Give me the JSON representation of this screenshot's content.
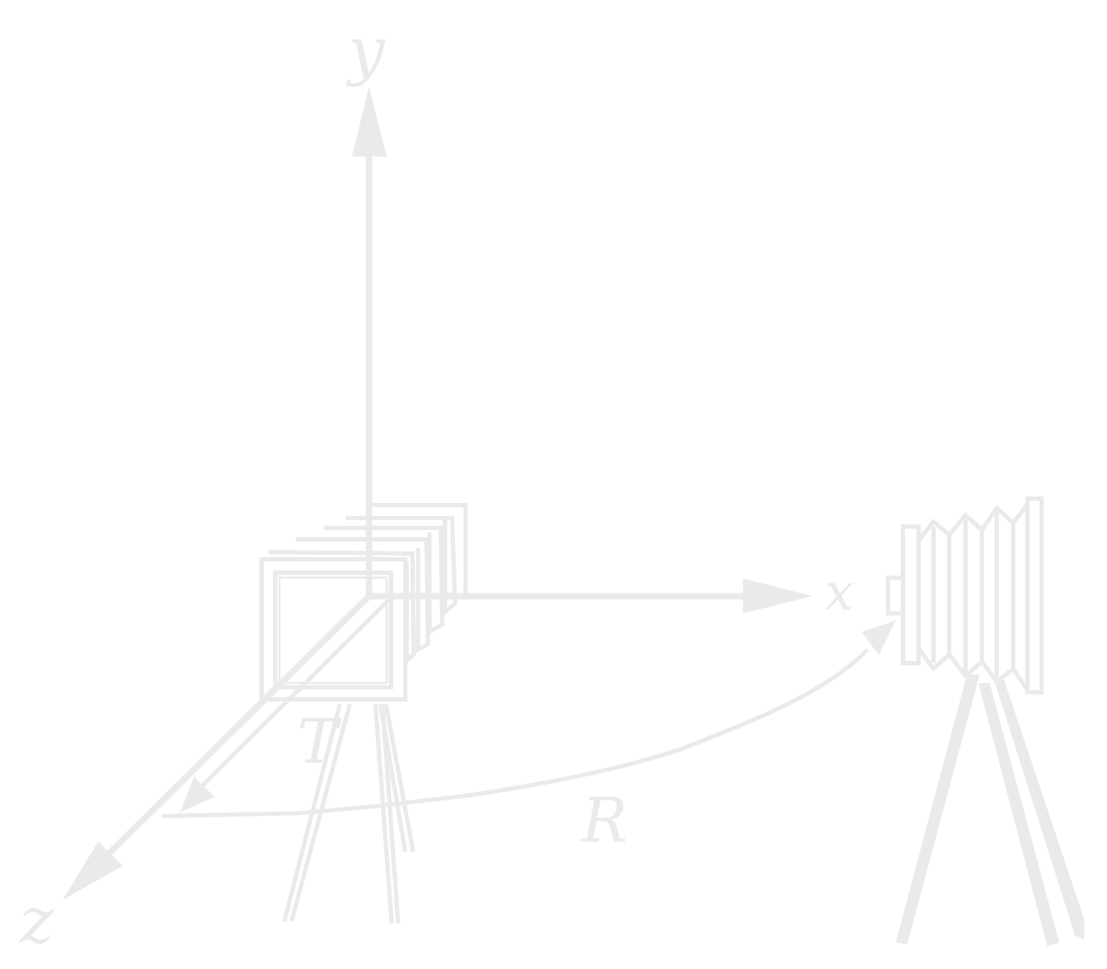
{
  "colors": {
    "line": "#ebeaeb",
    "background": "#ffffff"
  },
  "labels": {
    "y_axis": "y",
    "x_axis": "x",
    "z_axis": "z",
    "translation": "T",
    "rotation": "R"
  },
  "icons": {
    "camera_near": "camera-on-tripod-icon",
    "camera_far": "camera-on-tripod-icon"
  }
}
